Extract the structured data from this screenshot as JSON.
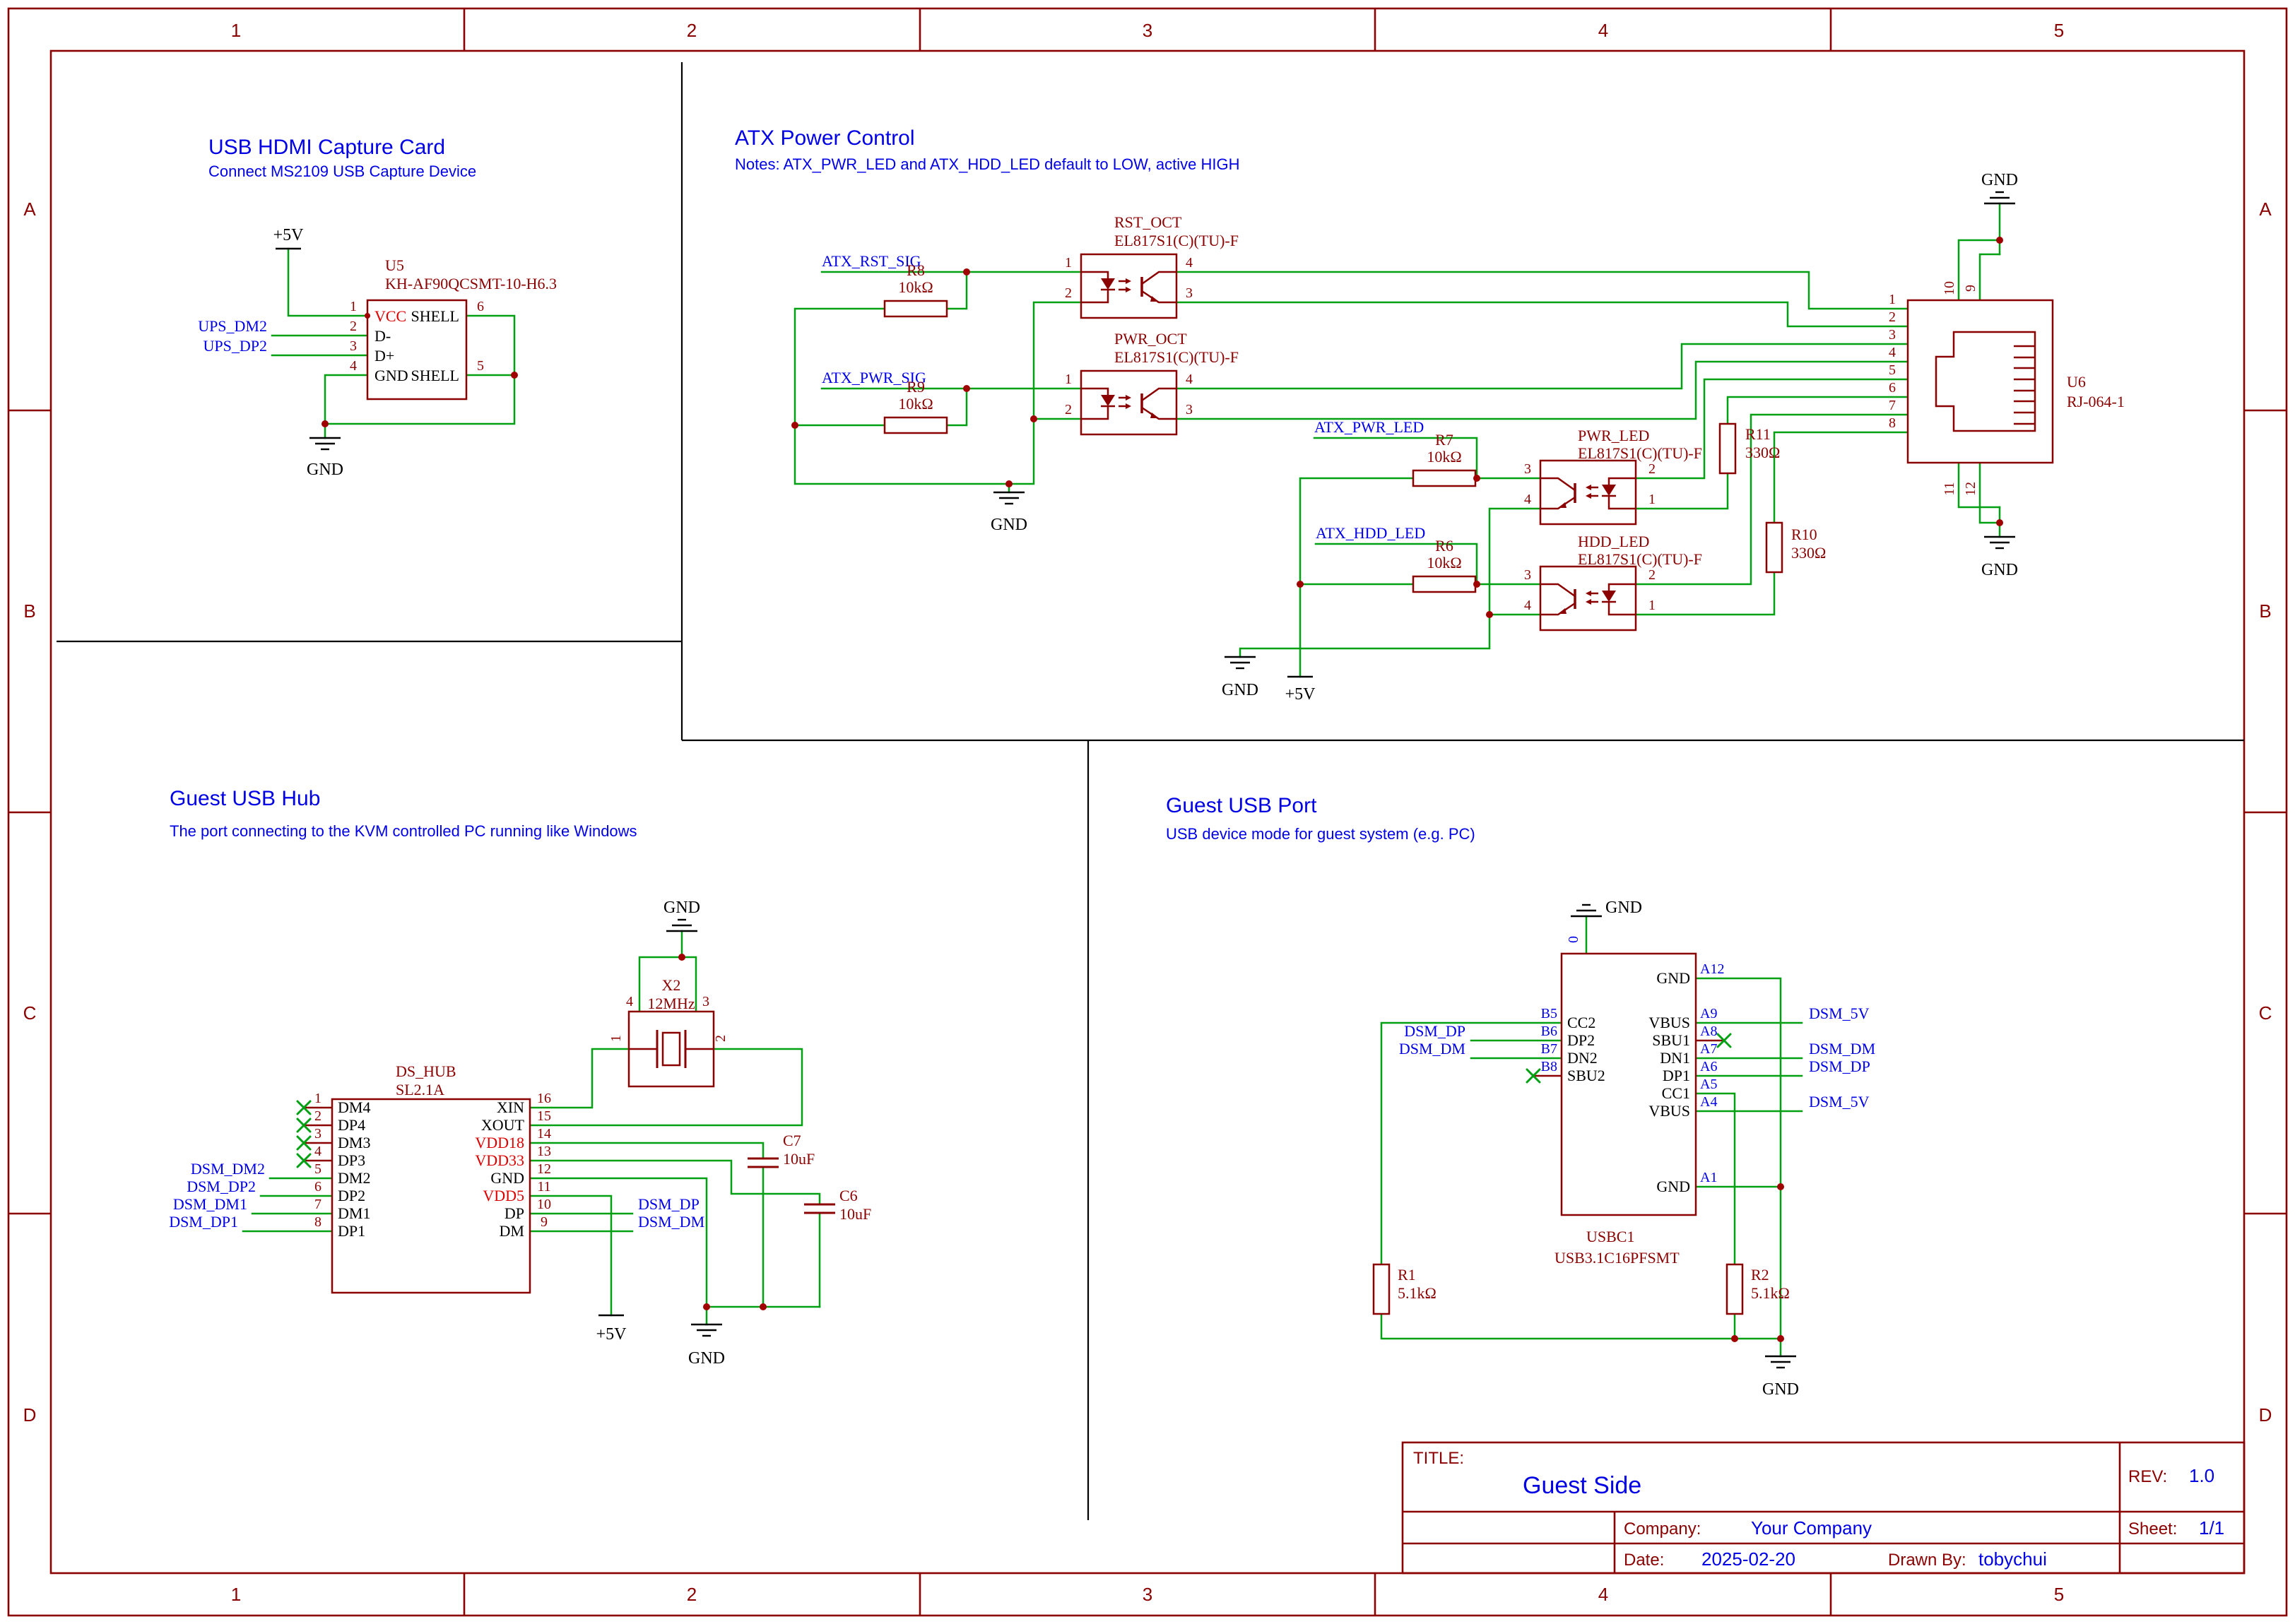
{
  "frame": {
    "cols": [
      "1",
      "2",
      "3",
      "4",
      "5"
    ],
    "rows": [
      "A",
      "B",
      "C",
      "D"
    ]
  },
  "capture": {
    "title": "USB HDMI Capture Card",
    "subtitle": "Connect MS2109 USB Capture Device",
    "p5v": "+5V",
    "gnd": "GND",
    "ref": "U5",
    "part": "KH-AF90QCSMT-10-H6.3",
    "pin_nums_left": [
      "1",
      "2",
      "3",
      "4"
    ],
    "pin_names_left": [
      "VCC",
      "D-",
      "D+",
      "GND"
    ],
    "pin_nums_right": [
      "6",
      "5"
    ],
    "pin_names_right": [
      "SHELL",
      "SHELL"
    ],
    "net_dm": "UPS_DM2",
    "net_dp": "UPS_DP2"
  },
  "atx": {
    "title": "ATX Power Control",
    "notes": "Notes: ATX_PWR_LED and ATX_HDD_LED default to LOW, active HIGH",
    "gnd": "GND",
    "p5v": "+5V",
    "rst_oct": {
      "ref": "RST_OCT",
      "part": "EL817S1(C)(TU)-F",
      "n1": "1",
      "n2": "2",
      "n3": "3",
      "n4": "4"
    },
    "pwr_oct": {
      "ref": "PWR_OCT",
      "part": "EL817S1(C)(TU)-F",
      "n1": "1",
      "n2": "2",
      "n3": "3",
      "n4": "4"
    },
    "pwr_led": {
      "ref": "PWR_LED",
      "part": "EL817S1(C)(TU)-F",
      "n1": "1",
      "n2": "2",
      "n3": "3",
      "n4": "4"
    },
    "hdd_led": {
      "ref": "HDD_LED",
      "part": "EL817S1(C)(TU)-F",
      "n1": "1",
      "n2": "2",
      "n3": "3",
      "n4": "4"
    },
    "r8": {
      "ref": "R8",
      "val": "10kΩ"
    },
    "r9": {
      "ref": "R9",
      "val": "10kΩ"
    },
    "r7": {
      "ref": "R7",
      "val": "10kΩ"
    },
    "r6": {
      "ref": "R6",
      "val": "10kΩ"
    },
    "r11": {
      "ref": "R11",
      "val": "330Ω"
    },
    "r10": {
      "ref": "R10",
      "val": "330Ω"
    },
    "net_rst": "ATX_RST_SIG",
    "net_pwr": "ATX_PWR_SIG",
    "net_pled": "ATX_PWR_LED",
    "net_hled": "ATX_HDD_LED",
    "u6": {
      "ref": "U6",
      "part": "RJ-064-1",
      "pins_left": [
        "1",
        "2",
        "3",
        "4",
        "5",
        "6",
        "7",
        "8"
      ],
      "pins_top": [
        "10",
        "9"
      ],
      "pins_bottom": [
        "11",
        "12"
      ]
    }
  },
  "hub": {
    "title": "Guest USB Hub",
    "subtitle": "The port connecting to the KVM controlled PC running like Windows",
    "ref": "DS_HUB",
    "part": "SL2.1A",
    "pin_nums_left": [
      "1",
      "2",
      "3",
      "4",
      "5",
      "6",
      "7",
      "8"
    ],
    "pin_names_left": [
      "DM4",
      "DP4",
      "DM3",
      "DP3",
      "DM2",
      "DP2",
      "DM1",
      "DP1"
    ],
    "pin_nums_right": [
      "16",
      "15",
      "14",
      "13",
      "12",
      "11",
      "10",
      "9"
    ],
    "pin_names_right": [
      "XIN",
      "XOUT",
      "VDD18",
      "VDD33",
      "GND",
      "VDD5",
      "DP",
      "DM"
    ],
    "x2": {
      "ref": "X2",
      "val": "12MHz",
      "n1": "1",
      "n2": "2",
      "n3": "3",
      "n4": "4"
    },
    "c7": {
      "ref": "C7",
      "val": "10uF"
    },
    "c6": {
      "ref": "C6",
      "val": "10uF"
    },
    "nets_left": [
      "DSM_DM2",
      "DSM_DP2",
      "DSM_DM1",
      "DSM_DP1"
    ],
    "net_dp": "DSM_DP",
    "net_dm": "DSM_DM",
    "gnd": "GND",
    "p5v": "+5V"
  },
  "usb": {
    "title": "Guest USB Port",
    "subtitle": "USB device mode for guest system (e.g. PC)",
    "ref": "USBC1",
    "part": "USB3.1C16PFSMT",
    "pin0": "0",
    "right_des": [
      "A12",
      "A9",
      "A8",
      "A7",
      "A6",
      "A5",
      "A4",
      "A1"
    ],
    "right_names": [
      "GND",
      "VBUS",
      "SBU1",
      "DN1",
      "DP1",
      "CC1",
      "VBUS",
      "GND"
    ],
    "left_des": [
      "B5",
      "B6",
      "B7",
      "B8"
    ],
    "left_names": [
      "CC2",
      "DP2",
      "DN2",
      "SBU2"
    ],
    "nets_right": [
      "DSM_5V",
      "DSM_DM",
      "DSM_DP",
      "DSM_5V"
    ],
    "net_dp_l": "DSM_DP",
    "net_dm_l": "DSM_DM",
    "r1": {
      "ref": "R1",
      "val": "5.1kΩ"
    },
    "r2": {
      "ref": "R2",
      "val": "5.1kΩ"
    },
    "gnd": "GND"
  },
  "title_block": {
    "title_label": "TITLE:",
    "title": "Guest Side",
    "rev_label": "REV:",
    "rev": "1.0",
    "company_label": "Company:",
    "company": "Your Company",
    "sheet_label": "Sheet:",
    "sheet": "1/1",
    "date_label": "Date:",
    "date": "2025-02-20",
    "drawn_label": "Drawn By:",
    "drawn": "tobychui"
  }
}
